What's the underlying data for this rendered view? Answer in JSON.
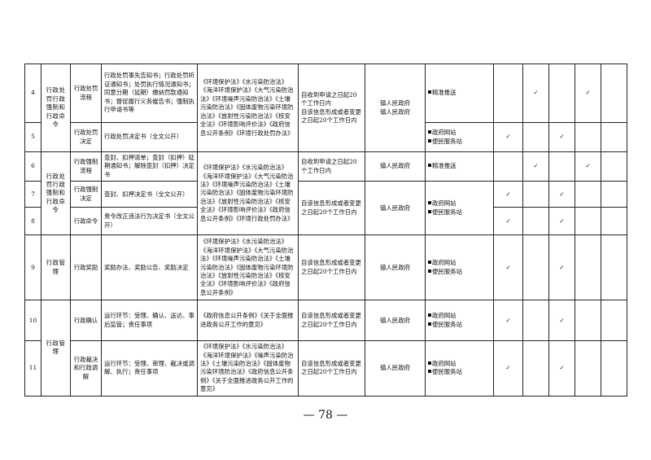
{
  "rows": [
    {
      "num": "4",
      "sub": "行政处罚流程",
      "txt": "行政处罚事先告知书；行政处罚听证通知书；处罚执行情况通知书；同意分期（延期）缴纳罚款通知书；督促履行义务催告书；强制执行申请书等",
      "time": "自收到申请之日起20个工作日内",
      "subj": "镇人民政府",
      "ch": [
        "精准推送"
      ],
      "chk": [
        0,
        1,
        0,
        1,
        0
      ]
    },
    {
      "num": "5",
      "sub": "行政处罚决定",
      "txt": "行政处罚决定书（全文公开）",
      "time": "自该信息形成或者变更之日起20个工作日内",
      "subj": "镇人民政府",
      "ch": [
        "政府网站",
        "便民服务站"
      ],
      "chk": [
        1,
        0,
        1,
        0,
        0
      ]
    },
    {
      "num": "6",
      "sub": "行政强制流程",
      "txt": "查封、扣押清单；查封（扣押）延期通知书；解除查封（扣押）决定书",
      "time": "自收到申请之日起20个工作日内",
      "subj": "镇人民政府",
      "ch": [
        "精准推送"
      ],
      "chk": [
        0,
        1,
        0,
        1,
        0
      ]
    },
    {
      "num": "7",
      "sub": "行政强制决定",
      "txt": "查封、扣押决定书（全文公开）",
      "time": "",
      "subj": "",
      "ch": [
        "政府网站",
        "便民服务站"
      ],
      "chk": [
        1,
        0,
        1,
        0,
        0
      ]
    },
    {
      "num": "8",
      "sub": "行政命令",
      "txt": "责令改正违法行为决定书（全文公开）",
      "time": "自该信息形成或者变更之日起20个工作日内",
      "subj": "镇人民政府",
      "ch": [],
      "chk": [
        1,
        0,
        1,
        0,
        0
      ]
    },
    {
      "num": "9",
      "sub": "行政奖励",
      "txt": "奖励办法、奖励公告、奖励决定",
      "time": "自该信息形成或者变更之日起20个工作日内",
      "subj": "镇人民政府",
      "ch": [
        "政府网站",
        "便民服务站"
      ],
      "chk": [
        1,
        0,
        1,
        0,
        0
      ]
    },
    {
      "num": "10",
      "sub": "行政确认",
      "txt": "运行环节：受理、确认、送达、事后监管；责任事项",
      "time": "自该信息形成或者变更之日起20个工作日内",
      "subj": "镇人民政府",
      "ch": [
        "政府网站",
        "便民服务站"
      ],
      "chk": [
        1,
        0,
        1,
        0,
        0
      ]
    },
    {
      "num": "11",
      "sub": "行政裁决和行政调解",
      "txt": "运行环节：受理、审理、裁决或调解、执行；责任事项",
      "time": "自该信息形成或者变更之日起20个工作日内",
      "subj": "镇人民政府",
      "ch": [
        "政府网站",
        "便民服务站"
      ],
      "chk": [
        1,
        0,
        1,
        0,
        0
      ]
    }
  ],
  "cats": {
    "punish_enforce": "行政处罚行政强制和行政命令",
    "enforce_cmd": "行政处罚行政强制和行政命令",
    "admin_mgmt_a": "行政管理",
    "admin_mgmt_b": "行政管理"
  },
  "basis": {
    "b1": "《环境保护法》《水污染防治法》《海洋环境保护法》《大气污染防治法》《环境噪声污染防治法》《土壤污染防治法》《固体废物污染环境防治法》《放射性污染防治法》《核安全法》《环境影响评价法》《政府信息公开条例》《环境行政处罚办法》",
    "b2": "《环境保护法》《水污染防治法》《海洋环境保护法》《大气污染防治法》《环境噪声污染防治法》《土壤污染防治法》《固体废物污染环境防治法》《放射性污染防治法》《核安全法》《环境影响评价法》《政府信息公开条例》《环境行政处罚办法》",
    "b3": "《环境保护法》《水污染防治法》《海洋环境保护法》《大气污染防治法》《环境噪声污染防治法》《土壤污染防治法》《固体废物污染环境防治法》《放射性污染防治法》《核安全法》《环境影响评价法》《政府信息公开条例》",
    "b4": "《政府信息公开条例》《关于全面推进政务公开工作的意见》",
    "b5": "《环境保护法》《水污染防治法》《海洋环境保护法》《噪声污染防治法》《土壤污染防治法》《固体废物污染环境防治法》《政府信息公开条例》《关于全面推进政务公开工作的意见》"
  },
  "check_mark": "✓",
  "page_number": "— 78 —"
}
